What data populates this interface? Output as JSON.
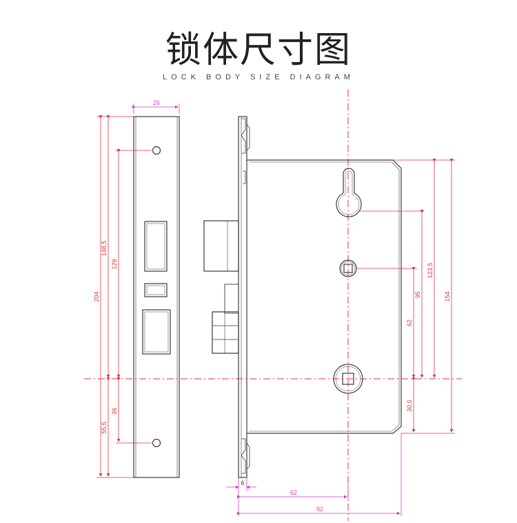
{
  "title": "锁体尺寸图",
  "subtitle": "LOCK BODY SIZE DIAGRAM",
  "colors": {
    "outline": "#3a3a3a",
    "dimension_red": "#e03040",
    "dimension_magenta": "#d23cc8",
    "centerline": "#e03040"
  },
  "dimensions": {
    "faceplate_width": "26",
    "faceplate_height": "204",
    "upper_hole_span": "148,5",
    "upper_center_span": "129",
    "lower_center_span": "36",
    "lower_hole_span": "55,5",
    "body_height": "154",
    "keyhole_to_center": "123,5",
    "square_to_center": "95",
    "spindle_offset": "62",
    "bottom_offset": "30,5",
    "face_thickness": "6",
    "backset": "62",
    "body_depth": "92"
  }
}
